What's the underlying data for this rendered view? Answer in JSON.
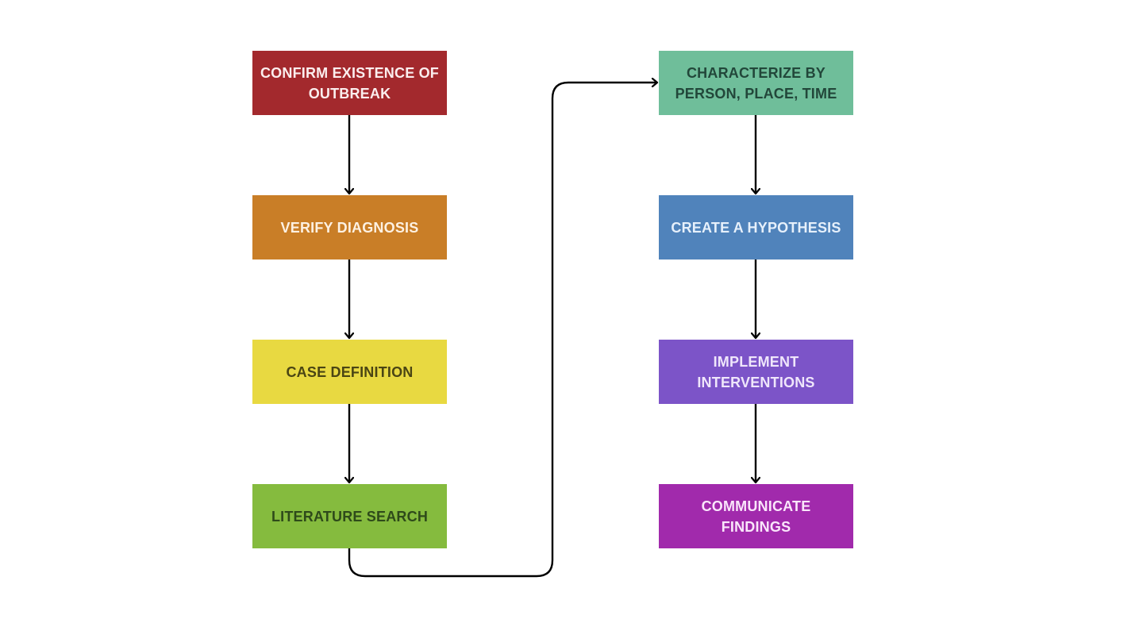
{
  "steps": [
    {
      "id": "s1",
      "label": "CONFIRM EXISTENCE OF OUTBREAK",
      "fill": "#a3292d",
      "text_color": "#fbeeee"
    },
    {
      "id": "s2",
      "label": "VERIFY DIAGNOSIS",
      "fill": "#c97e27",
      "text_color": "#fdf1e2"
    },
    {
      "id": "s3",
      "label": "CASE DEFINITION",
      "fill": "#e8d941",
      "text_color": "#4a4514"
    },
    {
      "id": "s4",
      "label": "LITERATURE SEARCH",
      "fill": "#85bb3e",
      "text_color": "#2e4a1a"
    },
    {
      "id": "s5",
      "label": "CHARACTERIZE BY PERSON, PLACE, TIME",
      "fill": "#6fbe9a",
      "text_color": "#22473a"
    },
    {
      "id": "s6",
      "label": "CREATE A HYPOTHESIS",
      "fill": "#5083bb",
      "text_color": "#e6f0fb"
    },
    {
      "id": "s7",
      "label": "IMPLEMENT INTERVENTIONS",
      "fill": "#7c54c8",
      "text_color": "#efe6fb"
    },
    {
      "id": "s8",
      "label": "COMMUNICATE FINDINGS",
      "fill": "#a12aac",
      "text_color": "#fae6fb"
    }
  ],
  "connector_color": "#000000"
}
